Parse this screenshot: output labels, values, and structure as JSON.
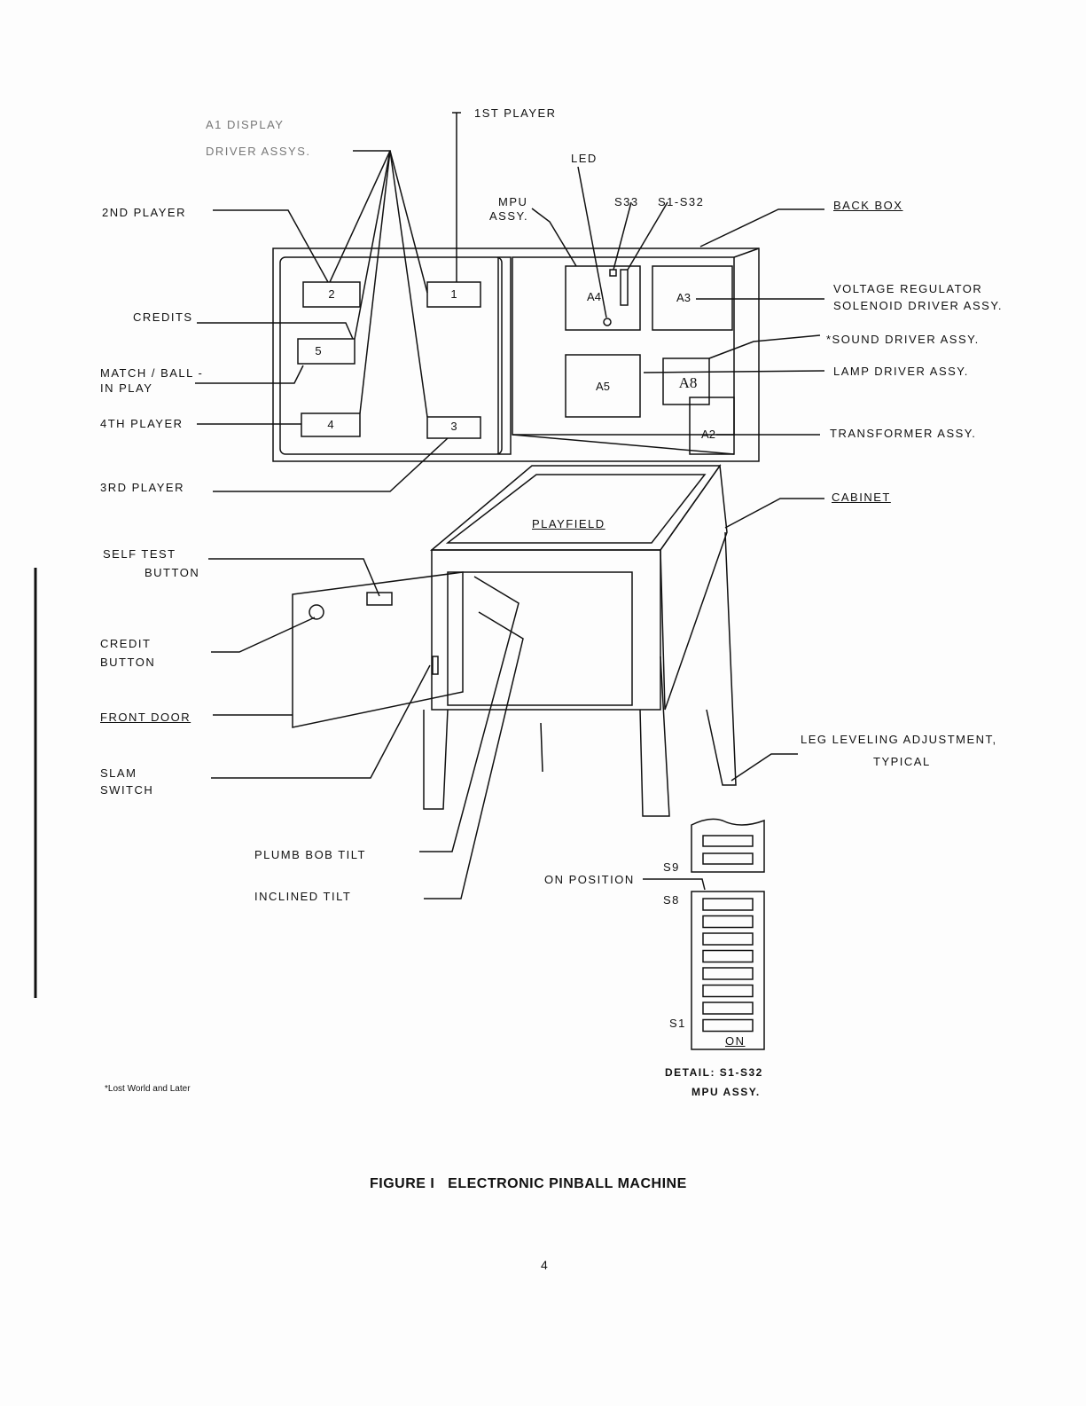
{
  "labels": {
    "display_driver_1": "A1 DISPLAY",
    "display_driver_2": "DRIVER ASSYS.",
    "first_player": "1ST PLAYER",
    "led": "LED",
    "mpu_1": "MPU",
    "mpu_2": "ASSY.",
    "s33": "S33",
    "s1_s32": "S1-S32",
    "second_player": "2ND PLAYER",
    "back_box": "BACK BOX",
    "voltage_1": "VOLTAGE REGULATOR",
    "voltage_2": "SOLENOID DRIVER ASSY.",
    "sound": "*SOUND DRIVER ASSY.",
    "lamp": "LAMP DRIVER ASSY.",
    "transformer": "TRANSFORMER ASSY.",
    "cabinet": "CABINET",
    "credits": "CREDITS",
    "match_1": "MATCH / BALL -",
    "match_2": "IN PLAY",
    "fourth_player": "4TH PLAYER",
    "third_player": "3RD PLAYER",
    "playfield": "PLAYFIELD",
    "self_test_1": "SELF TEST",
    "self_test_2": "BUTTON",
    "credit_1": "CREDIT",
    "credit_2": "BUTTON",
    "front_door": "FRONT DOOR",
    "leg_1": "LEG LEVELING ADJUSTMENT,",
    "leg_2": "TYPICAL",
    "slam_1": "SLAM",
    "slam_2": "SWITCH",
    "plumb": "PLUMB BOB TILT",
    "inclined": "INCLINED TILT",
    "on_position": "ON POSITION",
    "s9": "S9",
    "s8": "S8",
    "s1": "S1",
    "on": "ON",
    "detail_1": "DETAIL: S1-S32",
    "detail_2": "MPU ASSY.",
    "footnote": "*Lost World and Later",
    "caption": "FIGURE I   ELECTRONIC PINBALL MACHINE",
    "page_number": "4"
  },
  "boxes": {
    "b2": "2",
    "b1": "1",
    "b5": "5",
    "b4": "4",
    "b3": "3",
    "a4": "A4",
    "a3": "A3",
    "a5": "A5",
    "a8": "A8",
    "a2": "A2"
  }
}
